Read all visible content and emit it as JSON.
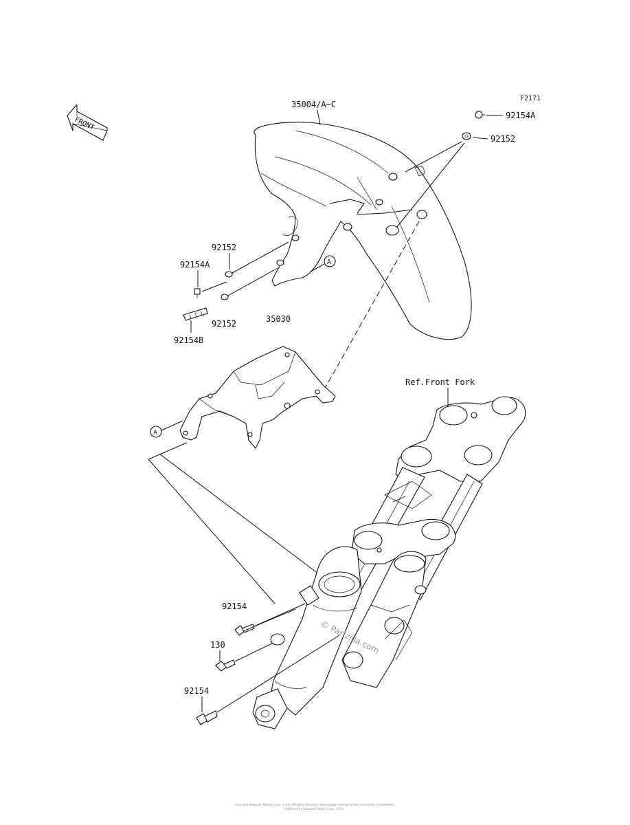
{
  "figure_code": "F2171",
  "front_arrow_label": "FRONT",
  "reference_label": "Ref.Front Fork",
  "callout_letter": "A",
  "parts": {
    "fender": "35004/A~C",
    "bracket": "35030",
    "bolt_top_right": "92154A",
    "washer_top_right": "92152",
    "washer_left_upper": "92152",
    "bolt_left_upper": "92154A",
    "washer_left_lower": "92152",
    "bolt_left_lower": "92154B",
    "bolt_fork_upper": "92154",
    "bolt_fork_mid": "130",
    "bolt_fork_lower": "92154"
  },
  "watermark": "© Partzilla.com",
  "footer_line1": "Copyright Kawasaki Motors Corp., U.S.A. All Rights Reserved. Reproduction without written permission is prohibited.",
  "footer_line2": "Published by Kawasaki Motors Corp., U.S.A."
}
